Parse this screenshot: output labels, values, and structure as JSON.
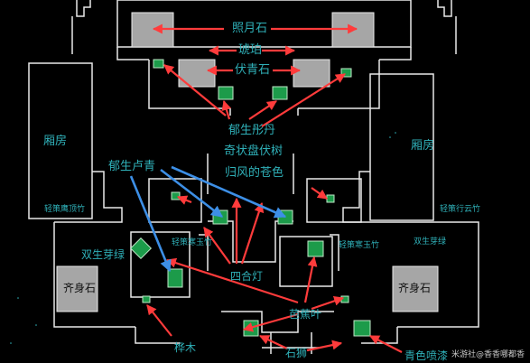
{
  "labels": {
    "zhaoyueshi": "照月石",
    "hupo": "琥珀",
    "fuqingshi": "伏青石",
    "xiangfang_left": "厢房",
    "xiangfang_right": "厢房",
    "yusheng_tongdan": "郁生彤丹",
    "qizhuang_panfushu": "奇状盘伏树",
    "yusheng_luqing": "郁生卢青",
    "guifeng_cangse": "归风的苍色",
    "qingce_yingdingzhu": "轻策鹰顶竹",
    "qingce_xingyunzhu": "轻策行云竹",
    "qingce_hanyuzhu_left": "轻策寒玉竹",
    "qingce_hanyuzhu_right": "轻策寒玉竹",
    "shuangsheng_yalv_left": "双生芽绿",
    "shuangsheng_yalv_right": "双生芽绿",
    "siheden": "四合灯",
    "qishenshi_left": "齐身石",
    "qishenshi_right": "齐身石",
    "bajiaoye": "芭蕉叶",
    "huamu": "桦木",
    "shishi": "石狮",
    "qingse_kuimo": "青色喷漆"
  },
  "watermark": "米游社@香香哪都香",
  "colors": {
    "wall": "#e9e9e9",
    "label": "#2fb0b8",
    "arrow_red": "#ff3b3b",
    "arrow_blue": "#3d8fe6",
    "marker_green": "#1c9b4a",
    "stone_gray": "#a6a6a6"
  }
}
